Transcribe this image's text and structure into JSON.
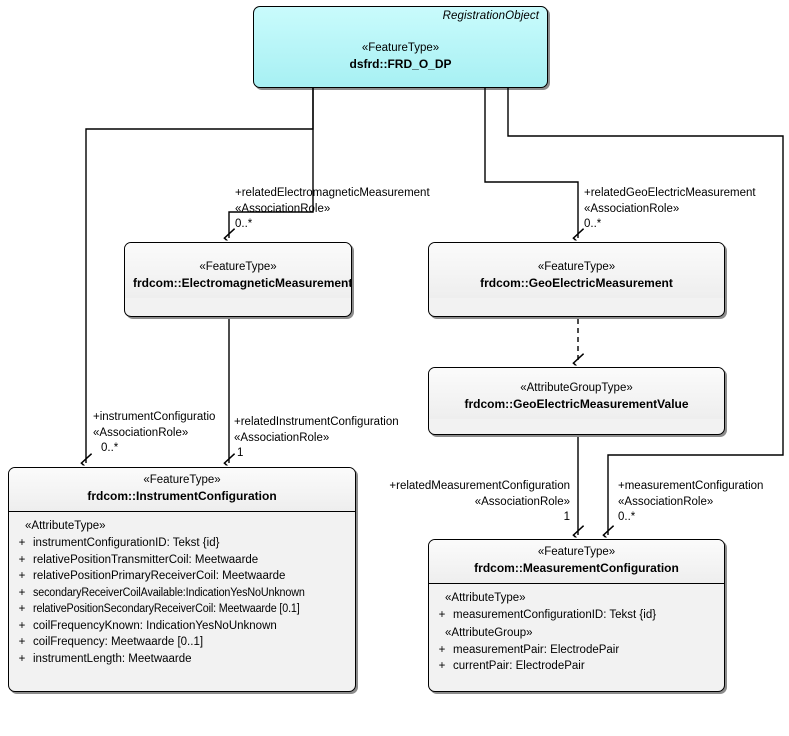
{
  "diagram": {
    "title": "UML class diagram",
    "background": "#ffffff",
    "root_fill": "#b4f5f7",
    "box_fill": "#f2f2f2",
    "line_color": "#000000"
  },
  "classes": {
    "root": {
      "stereotype_right": "RegistrationObject",
      "stereotype": "«FeatureType»",
      "name": "dsfrd::FRD_O_DP"
    },
    "electromagnetic_measurement": {
      "stereotype": "«FeatureType»",
      "name": "frdcom::ElectromagneticMeasurement"
    },
    "geoelectric_measurement": {
      "stereotype": "«FeatureType»",
      "name": "frdcom::GeoElectricMeasurement"
    },
    "geoelectric_measurement_value": {
      "stereotype": "«AttributeGroupType»",
      "name": "frdcom::GeoElectricMeasurementValue"
    },
    "instrument_configuration": {
      "stereotype": "«FeatureType»",
      "name": "frdcom::InstrumentConfiguration",
      "groups": [
        {
          "label": "«AttributeType»",
          "attributes": [
            {
              "visibility": "+",
              "text": "instrumentConfigurationID: Tekst {id}"
            },
            {
              "visibility": "+",
              "text": "relativePositionTransmitterCoil: Meetwaarde"
            },
            {
              "visibility": "+",
              "text": "relativePositionPrimaryReceiverCoil: Meetwaarde"
            },
            {
              "visibility": "+",
              "text": "secondaryReceiverCoilAvailable:IndicationYesNoUnknown"
            },
            {
              "visibility": "+",
              "text": "relativePositionSecondaryReceiverCoil: Meetwaarde [0.1]"
            },
            {
              "visibility": "+",
              "text": "coilFrequencyKnown: IndicationYesNoUnknown"
            },
            {
              "visibility": "+",
              "text": "coilFrequency: Meetwaarde [0..1]"
            },
            {
              "visibility": "+",
              "text": "instrumentLength: Meetwaarde"
            }
          ]
        }
      ]
    },
    "measurement_configuration": {
      "stereotype": "«FeatureType»",
      "name": "frdcom::MeasurementConfiguration",
      "groups": [
        {
          "label": "«AttributeType»",
          "attributes": [
            {
              "visibility": "+",
              "text": "measurementConfigurationID: Tekst {id}"
            }
          ]
        },
        {
          "label": "«AttributeGroup»",
          "attributes": [
            {
              "visibility": "+",
              "text": "measurementPair: ElectrodePair"
            },
            {
              "visibility": "+",
              "text": "currentPair: ElectrodePair"
            }
          ]
        }
      ]
    }
  },
  "associations": {
    "related_electromagnetic_measurement": {
      "role": "+relatedElectromagneticMeasurement",
      "stereotype": "«AssociationRole»",
      "multiplicity": "0..*"
    },
    "related_geoelectric_measurement": {
      "role": "+relatedGeoElectricMeasurement",
      "stereotype": "«AssociationRole»",
      "multiplicity": "0..*"
    },
    "instrument_configuration": {
      "role": "+instrumentConfiguratio",
      "stereotype": "«AssociationRole»",
      "multiplicity": "0..*"
    },
    "related_instrument_configuration": {
      "role": "+relatedInstrumentConfiguration",
      "stereotype": "«AssociationRole»",
      "multiplicity": "1"
    },
    "related_measurement_configuration": {
      "role": "+relatedMeasurementConfiguration",
      "stereotype": "«AssociationRole»",
      "multiplicity": "1"
    },
    "measurement_configuration": {
      "role": "+measurementConfiguration",
      "stereotype": "«AssociationRole»",
      "multiplicity": "0..*"
    }
  }
}
